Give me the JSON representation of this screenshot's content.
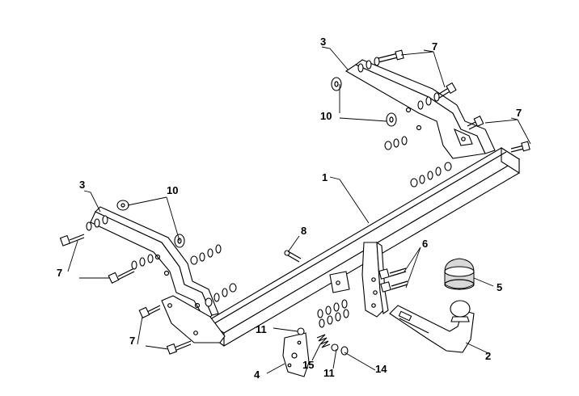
{
  "labels": {
    "p1": "1",
    "p2": "2",
    "p3a": "3",
    "p3b": "3",
    "p4": "4",
    "p5": "5",
    "p6": "6",
    "p7a": "7",
    "p7b": "7",
    "p7c": "7",
    "p7d": "7",
    "p8": "8",
    "p10a": "10",
    "p10b": "10",
    "p11a": "11",
    "p11b": "11",
    "p14": "14",
    "p15": "15"
  }
}
